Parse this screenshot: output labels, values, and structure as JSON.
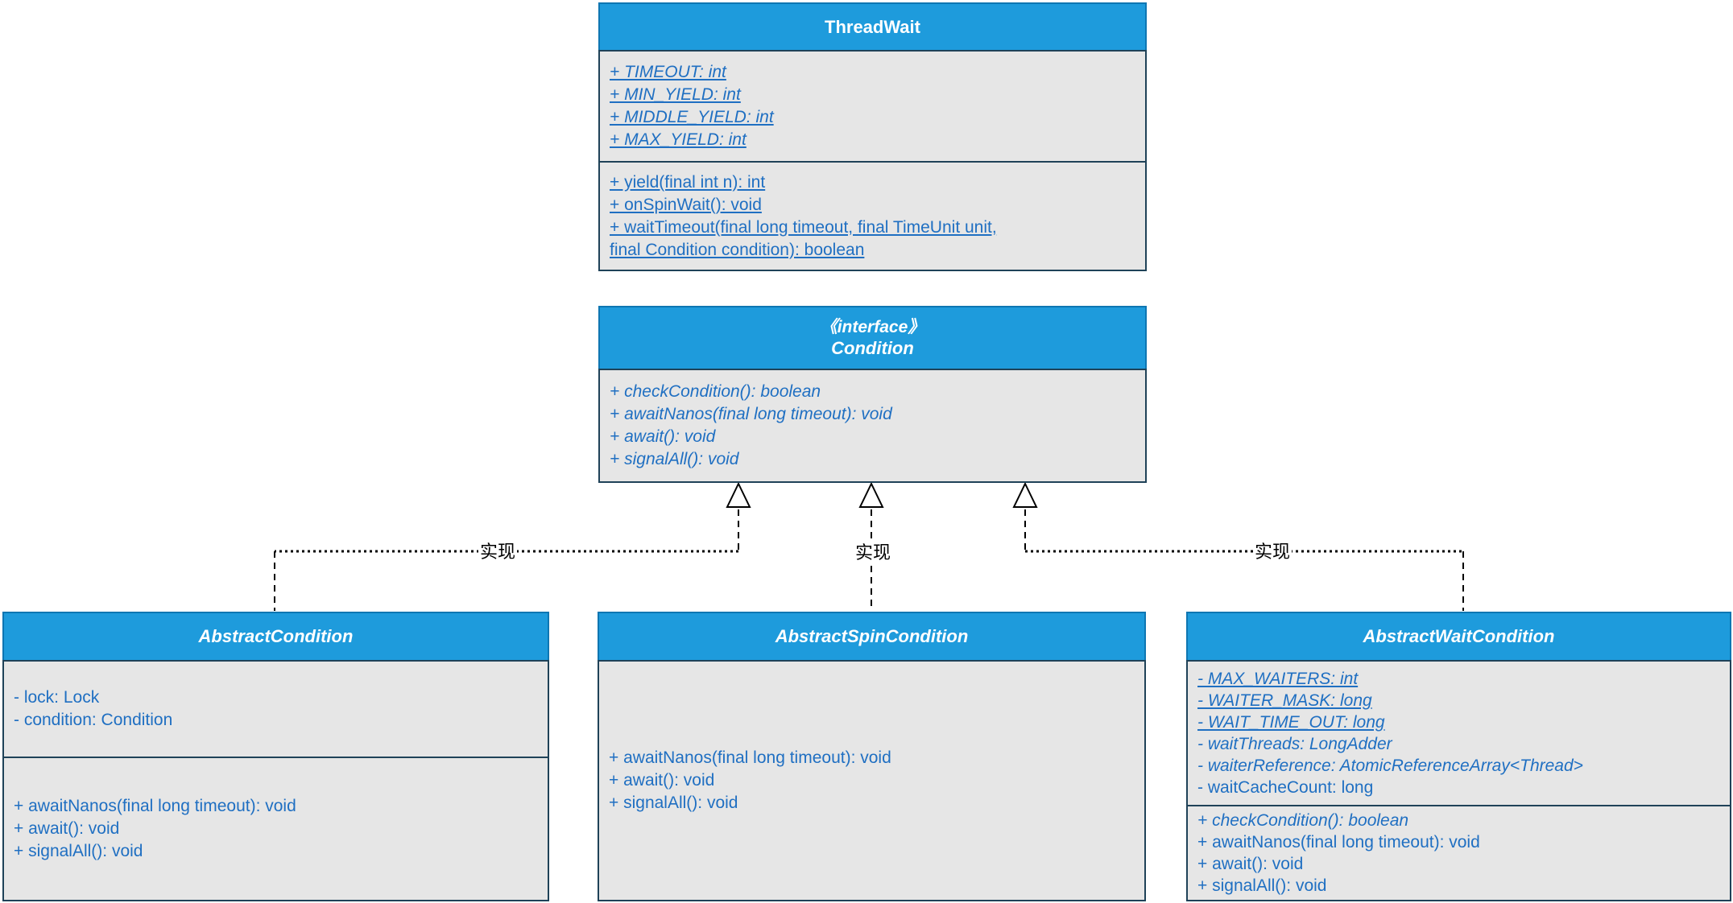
{
  "diagram_type": "uml-class-diagram",
  "colors": {
    "header_fill": "#1E9BDC",
    "header_stroke": "#0E76B2",
    "body_fill": "#E6E6E6",
    "box_stroke": "#1F4258",
    "member_text": "#1F6FC2",
    "edge_color": "#000000",
    "canvas_background": "#FFFFFF"
  },
  "classes": {
    "thread_wait": {
      "title": "ThreadWait",
      "fields": [
        "+ TIMEOUT: int",
        "+ MIN_YIELD: int",
        "+ MIDDLE_YIELD: int",
        "+ MAX_YIELD: int"
      ],
      "methods": [
        "+ yield(final int n): int",
        "+ onSpinWait(): void",
        "+ waitTimeout(final long timeout, final TimeUnit unit,",
        "final Condition condition): boolean"
      ]
    },
    "condition": {
      "stereotype": "《interface》",
      "title": "Condition",
      "methods": [
        "+ checkCondition(): boolean",
        "+ awaitNanos(final long timeout): void",
        "+ await(): void",
        "+ signalAll(): void"
      ]
    },
    "abstract_condition": {
      "title": "AbstractCondition",
      "fields": [
        "- lock: Lock",
        "- condition: Condition"
      ],
      "methods": [
        "+ awaitNanos(final long timeout): void",
        "+ await(): void",
        "+ signalAll(): void"
      ]
    },
    "abstract_spin_condition": {
      "title": "AbstractSpinCondition",
      "methods": [
        "+ awaitNanos(final long timeout): void",
        "+ await(): void",
        "+ signalAll(): void"
      ]
    },
    "abstract_wait_condition": {
      "title": "AbstractWaitCondition",
      "fields": [
        "- MAX_WAITERS: int",
        "- WAITER_MASK: long",
        "- WAIT_TIME_OUT: long",
        "- waitThreads: LongAdder",
        "- waiterReference: AtomicReferenceArray<Thread>",
        "- waitCacheCount: long"
      ],
      "methods": [
        "+ checkCondition(): boolean",
        "+ awaitNanos(final long timeout): void",
        "+ await(): void",
        "+ signalAll(): void"
      ]
    }
  },
  "edges": [
    {
      "label": "实现"
    },
    {
      "label": "实现"
    },
    {
      "label": "实现"
    }
  ]
}
